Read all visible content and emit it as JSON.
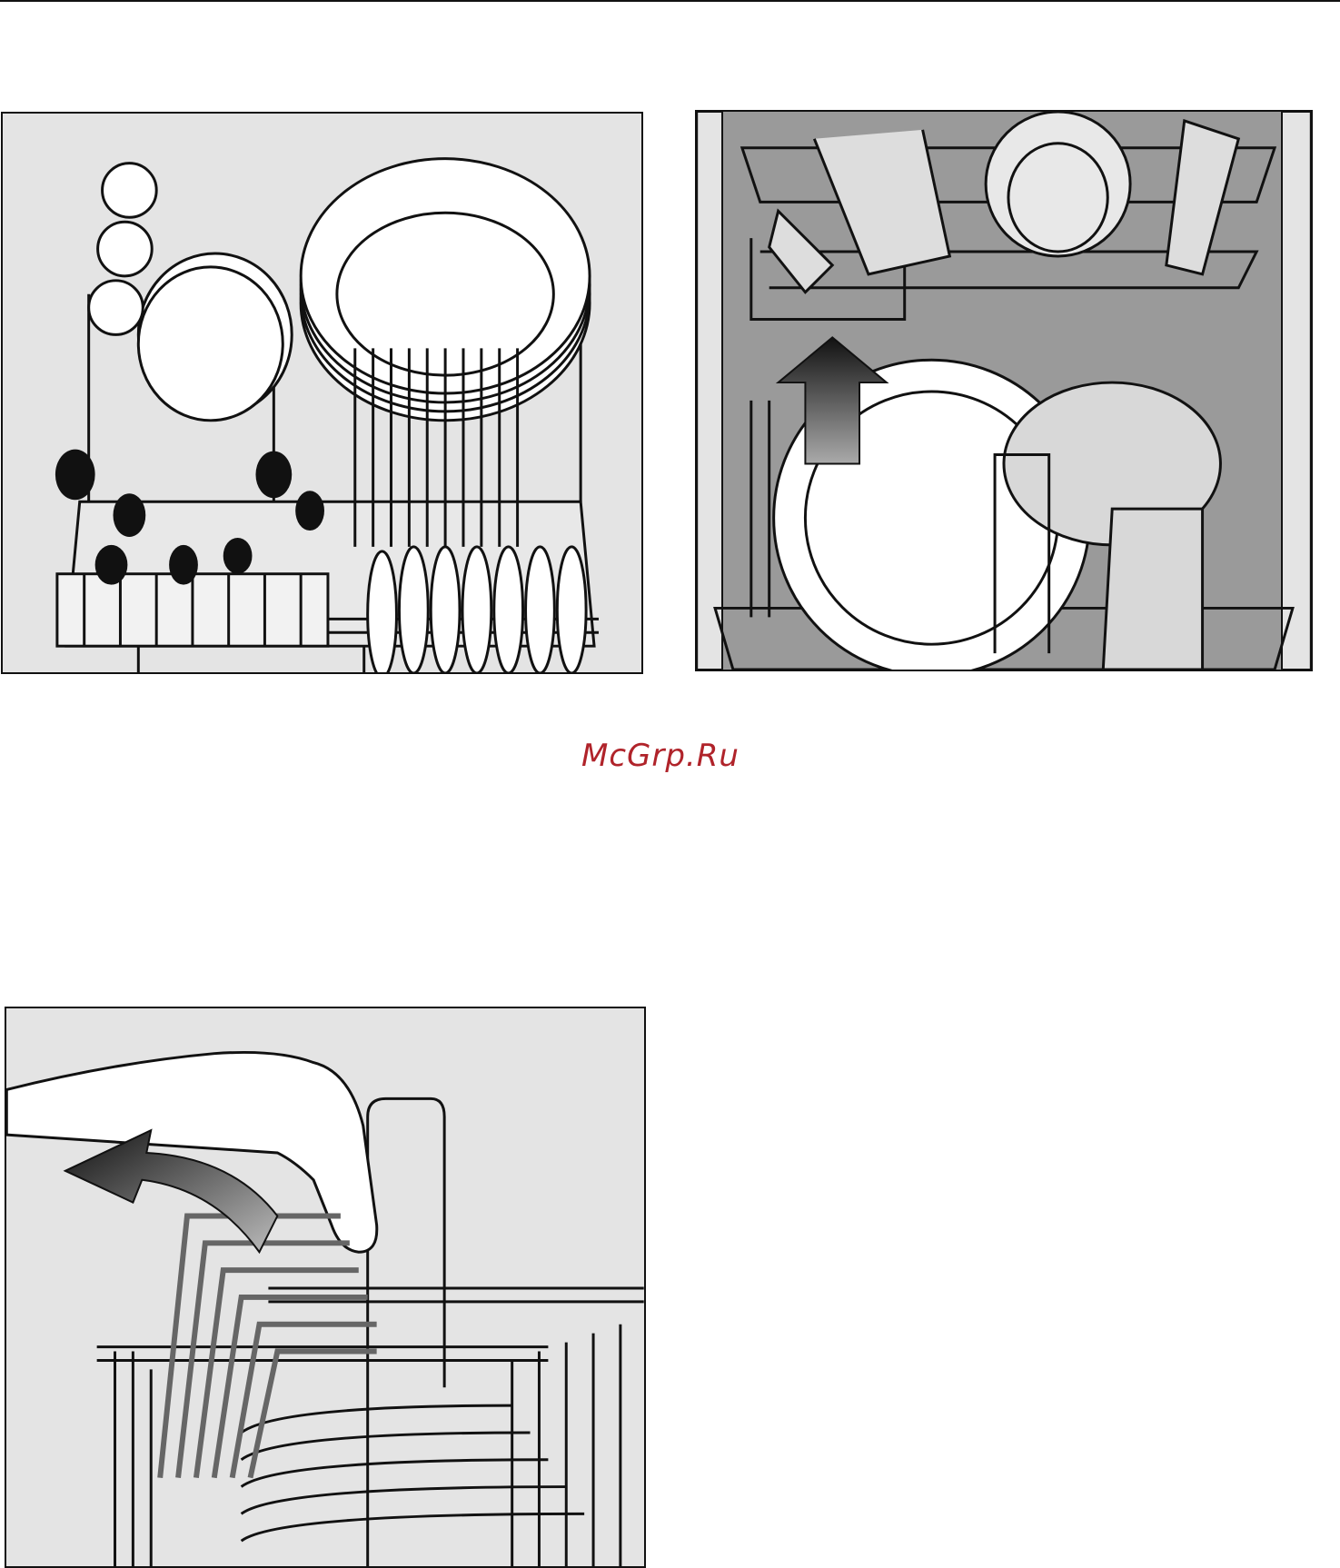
{
  "watermark": {
    "text": "McGrp.Ru"
  },
  "colors": {
    "panel_background": "#e4e4e4",
    "cabinet_gray": "#9a9a9a",
    "line": "#111111",
    "watermark": "#b0232a"
  },
  "figures": [
    {
      "id": "fig1",
      "icon": "dishwasher-lower-rack-loaded-illustration"
    },
    {
      "id": "fig2",
      "icon": "dishwasher-upper-rack-raise-arrow-illustration"
    },
    {
      "id": "fig3",
      "icon": "folding-plate-rack-tines-illustration"
    }
  ]
}
